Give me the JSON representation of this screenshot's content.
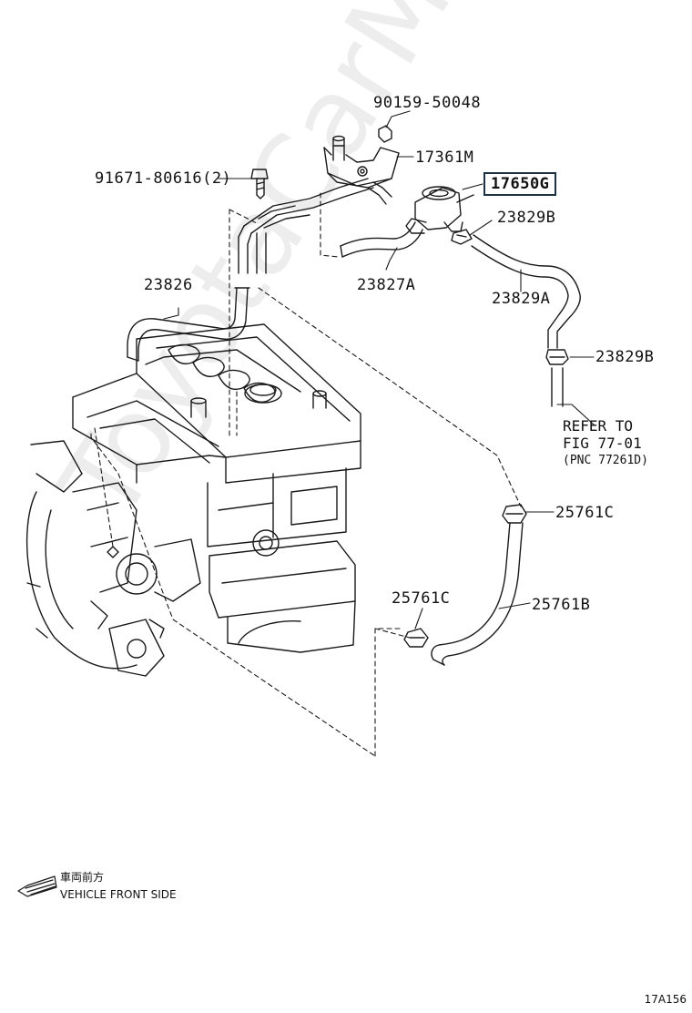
{
  "watermark": "ToyotaCarMine.ru",
  "parts": {
    "p1": "90159-50048",
    "p2": "17361M",
    "p3": "91671-80616(2)",
    "p4": "17650G",
    "p5": "23829B",
    "p6": "23826",
    "p7": "23827A",
    "p8": "23829A",
    "p9": "23829B",
    "p10": "25761C",
    "p11": "25761C",
    "p12": "25761B"
  },
  "highlighted_part": "17650G",
  "refer_note": {
    "line1": "REFER TO",
    "line2": "FIG 77-01",
    "line3": "(PNC 77261D)"
  },
  "front_label": {
    "jp": "車両前方",
    "en": "VEHICLE FRONT SIDE"
  },
  "figure_code": "17A156",
  "colors": {
    "line": "#1a1a1a",
    "highlight_border": "#1d3344"
  }
}
